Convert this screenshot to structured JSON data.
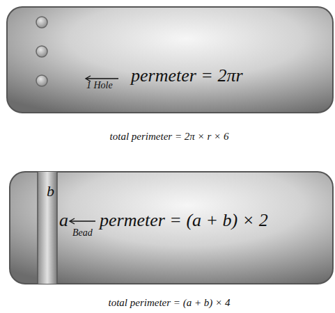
{
  "diagram": {
    "nodes": [
      {
        "text": [
          "1 Hole",
          "permeter = 2πr"
        ]
      },
      {
        "text": [
          "b",
          "a",
          "Bead",
          "permeter = (a + b) × 2"
        ]
      }
    ],
    "labels": [
      "total perimeter = 2π × r × 6",
      "total perimeter = (a + b) × 4"
    ]
  }
}
